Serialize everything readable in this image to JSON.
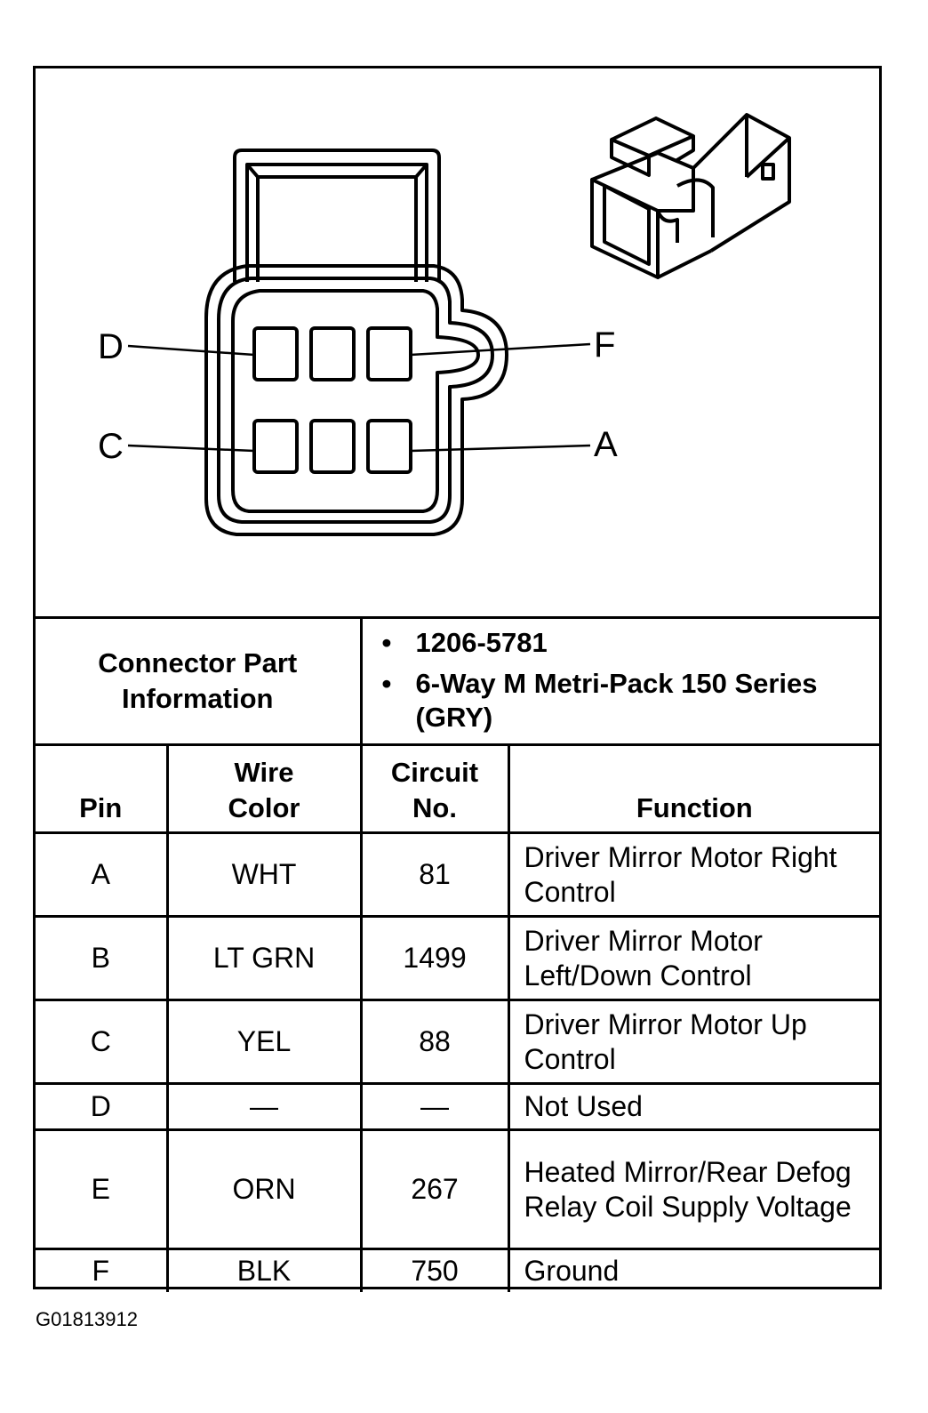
{
  "diagram": {
    "pin_labels": {
      "D": "D",
      "F": "F",
      "C": "C",
      "A": "A"
    },
    "icon": "connector-3d-icon"
  },
  "connector_info": {
    "label": "Connector Part Information",
    "items": [
      "1206-5781",
      "6-Way M Metri-Pack 150 Series (GRY)"
    ]
  },
  "table": {
    "headers": {
      "pin": "Pin",
      "wire_color": "Wire Color",
      "circuit": "Circuit No.",
      "function": "Function"
    },
    "rows": [
      {
        "pin": "A",
        "wire_color": "WHT",
        "circuit": "81",
        "function": "Driver Mirror Motor Right Control"
      },
      {
        "pin": "B",
        "wire_color": "LT GRN",
        "circuit": "1499",
        "function": "Driver Mirror Motor Left/Down Control"
      },
      {
        "pin": "C",
        "wire_color": "YEL",
        "circuit": "88",
        "function": "Driver Mirror Motor Up Control"
      },
      {
        "pin": "D",
        "wire_color": "—",
        "circuit": "—",
        "function": "Not Used"
      },
      {
        "pin": "E",
        "wire_color": "ORN",
        "circuit": "267",
        "function": "Heated Mirror/Rear Defog Relay Coil Supply Voltage"
      },
      {
        "pin": "F",
        "wire_color": "BLK",
        "circuit": "750",
        "function": "Ground"
      }
    ]
  },
  "caption": "G01813912"
}
